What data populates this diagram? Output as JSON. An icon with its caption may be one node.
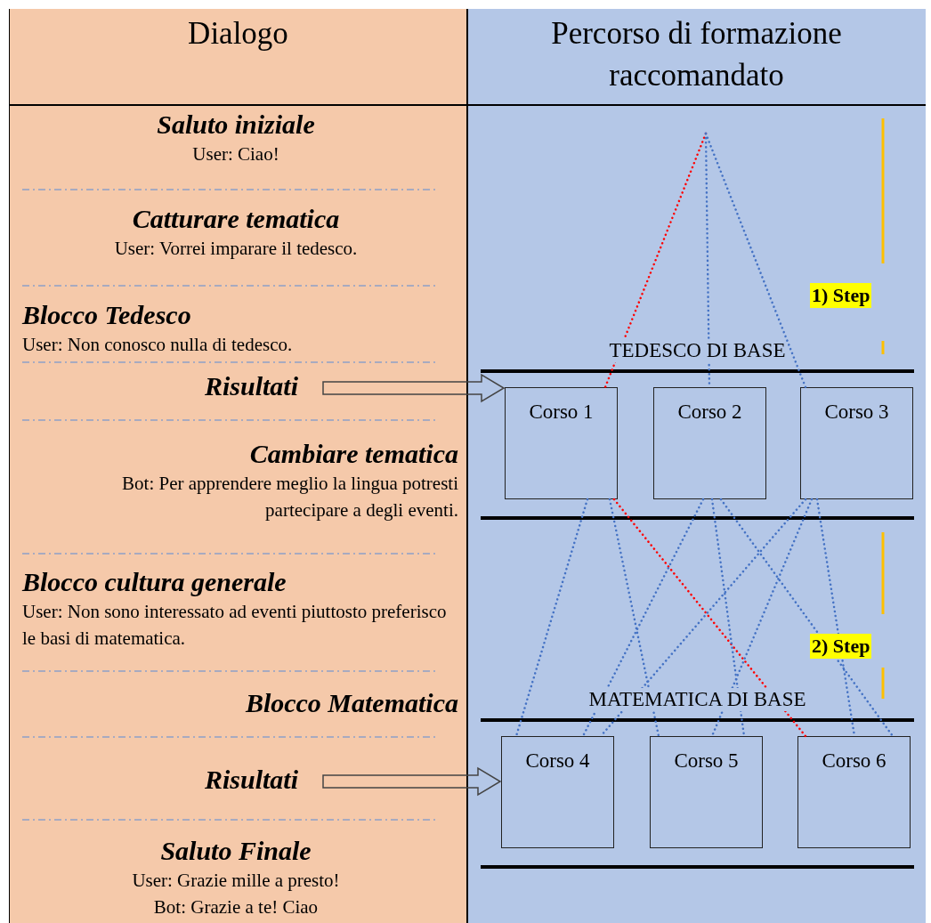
{
  "diagram": {
    "nodes": [
      {
        "text": [
          "Dialogo"
        ]
      },
      {
        "text": [
          "Saluto iniziale",
          "User: Ciao!"
        ],
        "in": 0
      },
      {
        "text": [
          "Catturare tematica",
          "User: Vorrei imparare il tedesco."
        ],
        "in": 0
      },
      {
        "text": [
          "Blocco Tedesco",
          "User: Non conosco nulla di tedesco."
        ],
        "in": 0
      },
      {
        "text": [
          "Risultati"
        ],
        "in": 0
      },
      {
        "text": [
          "Cambiare tematica",
          "Bot: Per apprendere meglio la lingua potresti partecipare a degli eventi."
        ],
        "in": 0
      },
      {
        "text": [
          "Blocco cultura generale",
          "User: Non sono interessato ad eventi piuttosto preferisco le basi di matematica."
        ],
        "in": 0
      },
      {
        "text": [
          "Blocco Matematica"
        ],
        "in": 0
      },
      {
        "text": [
          "Risultati"
        ],
        "in": 0
      },
      {
        "text": [
          "Saluto Finale",
          "User: Grazie mille a presto!",
          "Bot: Grazie a te! Ciao"
        ],
        "in": 0
      },
      {
        "text": [
          "Percorso di formazione raccomandato"
        ]
      },
      {
        "text": [
          "TEDESCO DI BASE"
        ],
        "in": 10
      },
      {
        "text": [
          "Corso 1"
        ],
        "in": 11
      },
      {
        "text": [
          "Corso 2"
        ],
        "in": 11
      },
      {
        "text": [
          "Corso 3"
        ],
        "in": 11
      },
      {
        "text": [
          "MATEMATICA DI BASE"
        ],
        "in": 10
      },
      {
        "text": [
          "Corso 4"
        ],
        "in": 15
      },
      {
        "text": [
          "Corso 5"
        ],
        "in": 15
      },
      {
        "text": [
          "Corso 6"
        ],
        "in": 15
      }
    ],
    "edges": [
      {
        "from": null,
        "to": 12,
        "arrow": "none",
        "color": "#ff0000"
      },
      {
        "from": null,
        "to": 13,
        "arrow": "none"
      },
      {
        "from": null,
        "to": 14,
        "arrow": "none"
      },
      {
        "from": 12,
        "to": 16,
        "arrow": "none"
      },
      {
        "from": 12,
        "to": 17,
        "arrow": "none"
      },
      {
        "from": 12,
        "to": 18,
        "arrow": "none",
        "color": "#ff0000"
      },
      {
        "from": 13,
        "to": 16,
        "arrow": "none"
      },
      {
        "from": 13,
        "to": 17,
        "arrow": "none"
      },
      {
        "from": 13,
        "to": 18,
        "arrow": "none"
      },
      {
        "from": 14,
        "to": 16,
        "arrow": "none"
      },
      {
        "from": 14,
        "to": 17,
        "arrow": "none"
      },
      {
        "from": 14,
        "to": 18,
        "arrow": "none"
      },
      {
        "from": 4,
        "to": 12,
        "arrow": "to"
      },
      {
        "from": 8,
        "to": 16,
        "arrow": "to"
      }
    ],
    "labels": [
      "1) Step",
      "2) Step"
    ]
  }
}
